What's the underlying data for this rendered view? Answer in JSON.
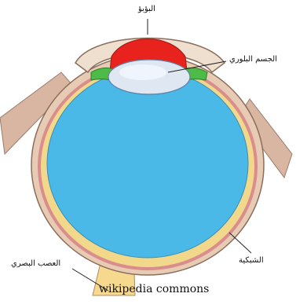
{
  "labels": {
    "pupil": "البؤبؤ",
    "lens": "الجسم البلوري",
    "retina": "الشبكية",
    "optic_nerve": "العصب البصري"
  },
  "credit": "wikipedia commons",
  "colors": {
    "vitreous": "#4ab9e8",
    "sclera": "#e7cbb4",
    "choroid": "#d98d8d",
    "retina": "#f2d88a",
    "optic_nerve": "#f6d98f",
    "iris_red": "#e8231e",
    "lens": "#dfe7f3",
    "ciliary_green": "#4dbb47",
    "muscle": "#d9b6a2"
  }
}
